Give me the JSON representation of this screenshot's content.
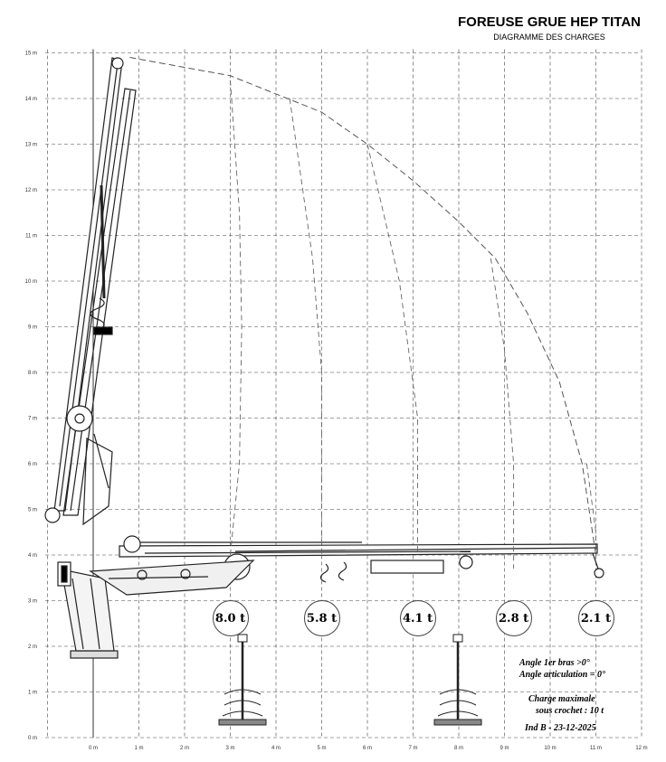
{
  "header": {
    "title": "FOREUSE GRUE HEP TITAN",
    "subtitle": "DIAGRAMME DES CHARGES"
  },
  "notes": {
    "angle_bras": "Angle 1er bras >0°",
    "angle_articulation": "Angle articulation = 0°",
    "charge_max_line1": "Charge maximale",
    "charge_max_line2": "sous crochet : 10 t",
    "revision": "Ind B - 23-12-2025"
  },
  "chart_data": {
    "type": "load-chart",
    "x_axis": {
      "unit": "m",
      "range": [
        -1,
        12
      ],
      "ticks": [
        "0 m",
        "1 m",
        "2 m",
        "3 m",
        "4 m",
        "5 m",
        "6 m",
        "7 m",
        "8 m",
        "9 m",
        "10 m",
        "11 m",
        "12 m"
      ]
    },
    "y_axis": {
      "unit": "m",
      "range": [
        0,
        15.5
      ],
      "ticks": [
        "0 m",
        "1 m",
        "2 m",
        "3 m",
        "4 m",
        "5 m",
        "6 m",
        "7 m",
        "8 m",
        "9 m",
        "10 m",
        "11 m",
        "12 m",
        "13 m",
        "14 m",
        "15 m"
      ]
    },
    "grid": true,
    "envelope": [
      [
        0.8,
        14.9
      ],
      [
        3,
        14.5
      ],
      [
        5,
        13.7
      ],
      [
        6,
        13
      ],
      [
        7,
        12.2
      ],
      [
        8,
        11.3
      ],
      [
        8.8,
        10.5
      ],
      [
        9.5,
        9.3
      ],
      [
        10.2,
        7.8
      ],
      [
        10.7,
        6
      ],
      [
        11,
        4
      ]
    ],
    "load_curves": [
      {
        "label": "8.0 t",
        "load_t": 8.0,
        "x": 3.0,
        "points": [
          [
            3.0,
            14.4
          ],
          [
            3.2,
            11.5
          ],
          [
            3.25,
            9
          ],
          [
            3.2,
            6
          ],
          [
            3.0,
            4
          ]
        ]
      },
      {
        "label": "5.8 t",
        "load_t": 5.8,
        "x": 5.0,
        "points": [
          [
            4.3,
            14.0
          ],
          [
            4.8,
            10.5
          ],
          [
            5.0,
            8
          ],
          [
            5.0,
            5.5
          ],
          [
            5.0,
            4
          ]
        ]
      },
      {
        "label": "4.1 t",
        "load_t": 4.1,
        "x": 7.1,
        "points": [
          [
            6.0,
            13.0
          ],
          [
            6.7,
            10
          ],
          [
            7.1,
            7
          ],
          [
            7.1,
            4
          ]
        ]
      },
      {
        "label": "2.8 t",
        "load_t": 2.8,
        "x": 9.2,
        "points": [
          [
            8.7,
            10.5
          ],
          [
            9.0,
            8.5
          ],
          [
            9.2,
            6
          ],
          [
            9.2,
            3.7
          ]
        ]
      },
      {
        "label": "2.1 t",
        "load_t": 2.1,
        "x": 11.0,
        "points": [
          [
            10.8,
            6
          ],
          [
            11.0,
            4.5
          ],
          [
            11.0,
            3.9
          ]
        ]
      }
    ]
  }
}
